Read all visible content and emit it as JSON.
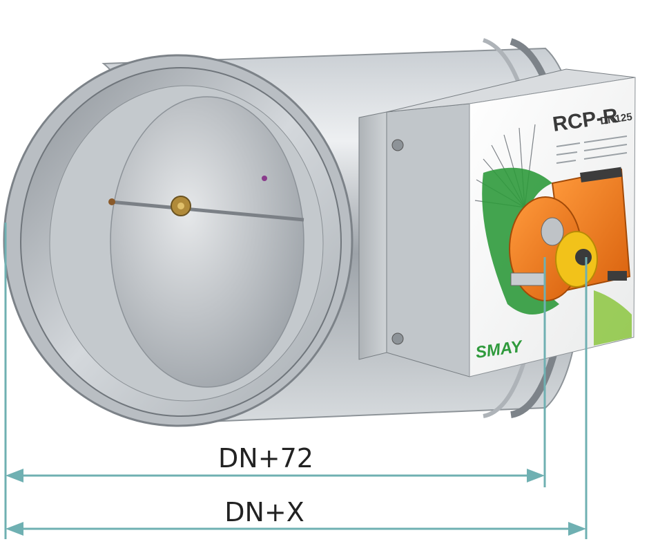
{
  "product": {
    "model": "RCP-R",
    "size_code": "DN125",
    "brand_logo": "SMAY"
  },
  "dimensions": [
    {
      "label": "DN+72"
    },
    {
      "label": "DN+X"
    }
  ],
  "colors": {
    "dimension_line": "#6fb0b2",
    "actuator": "#f07c1d",
    "metal": "#b8bdc2",
    "label_green": "#2f9a3c"
  }
}
